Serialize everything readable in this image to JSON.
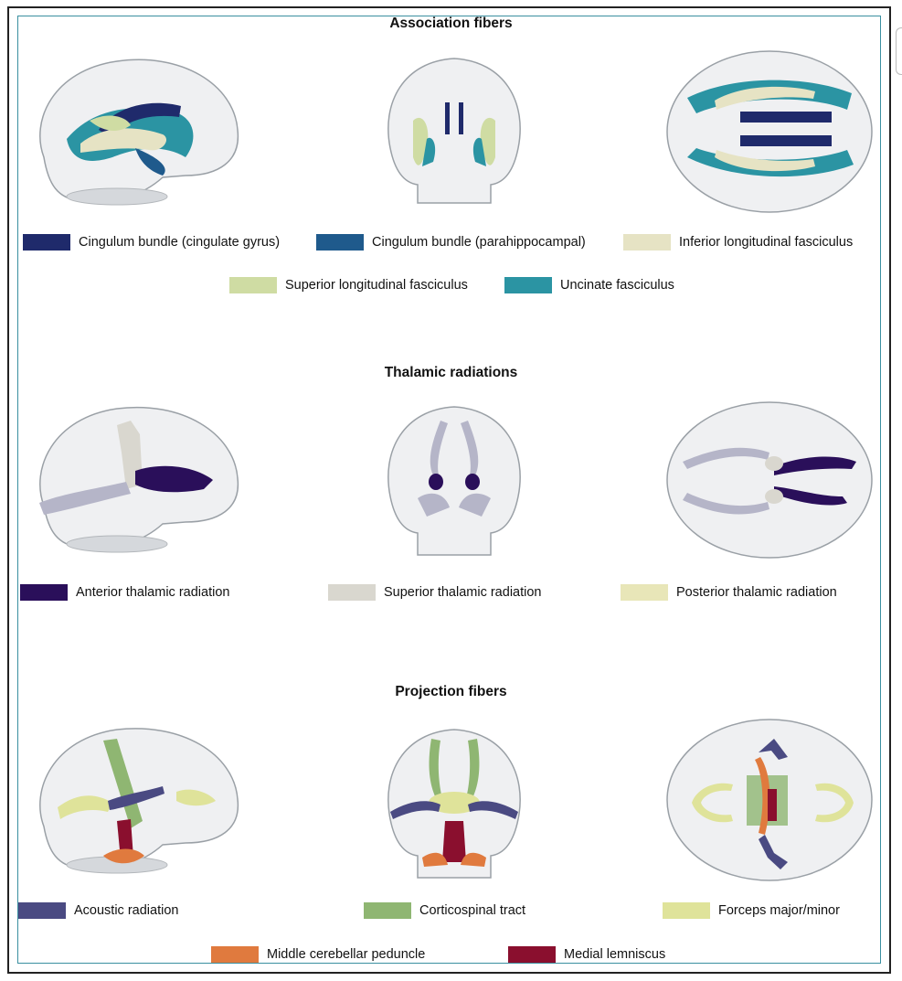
{
  "sections": [
    {
      "title": "Association fibers",
      "legend": [
        {
          "label": "Cingulum bundle (cingulate gyrus)",
          "color": "#1f2a6b"
        },
        {
          "label": "Cingulum bundle (parahippocampal)",
          "color": "#1f5a8c"
        },
        {
          "label": "Inferior longitudinal fasciculus",
          "color": "#e6e3c4"
        },
        {
          "label": "Superior longitudinal fasciculus",
          "color": "#cfdca3"
        },
        {
          "label": "Uncinate fasciculus",
          "color": "#2b94a3"
        }
      ]
    },
    {
      "title": "Thalamic radiations",
      "legend": [
        {
          "label": "Anterior thalamic radiation",
          "color": "#2a0f5a"
        },
        {
          "label": "Superior thalamic radiation",
          "color": "#d9d7cf"
        },
        {
          "label": "Posterior thalamic radiation",
          "color": "#e8e6b8"
        }
      ]
    },
    {
      "title": "Projection fibers",
      "legend": [
        {
          "label": "Acoustic radiation",
          "color": "#4a4a82"
        },
        {
          "label": "Corticospinal tract",
          "color": "#8fb672"
        },
        {
          "label": "Forceps major/minor",
          "color": "#dfe39a"
        },
        {
          "label": "Middle cerebellar peduncle",
          "color": "#e07a3e"
        },
        {
          "label": "Medial lemniscus",
          "color": "#8a0f2e"
        }
      ]
    }
  ],
  "views": [
    "sagittal",
    "coronal",
    "axial"
  ]
}
